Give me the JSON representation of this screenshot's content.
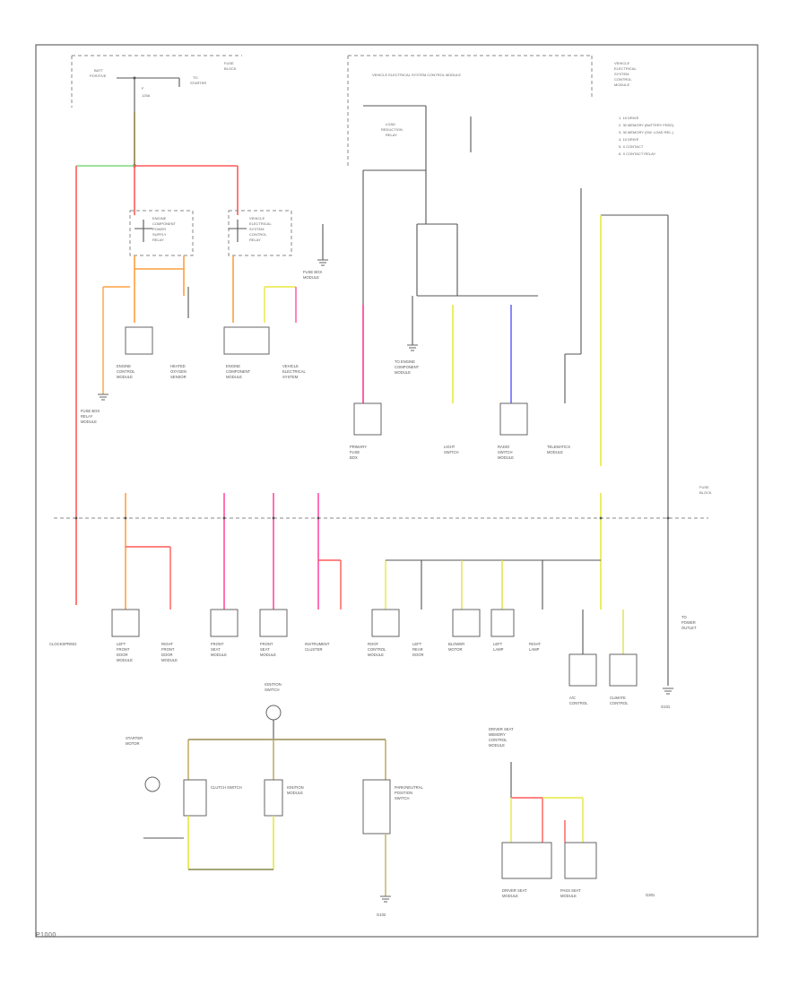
{
  "diagram": {
    "figure_code": "P1000",
    "ground_labels": [
      "G101",
      "G102",
      "G301"
    ],
    "colors": {
      "red": "#ff5a5a",
      "pink": "#ff4fa0",
      "orange": "#ffa040",
      "yellow": "#e8e840",
      "tan": "#c8b878",
      "green": "#7bd87b",
      "blue": "#6b6bff",
      "black": "#555555"
    }
  }
}
